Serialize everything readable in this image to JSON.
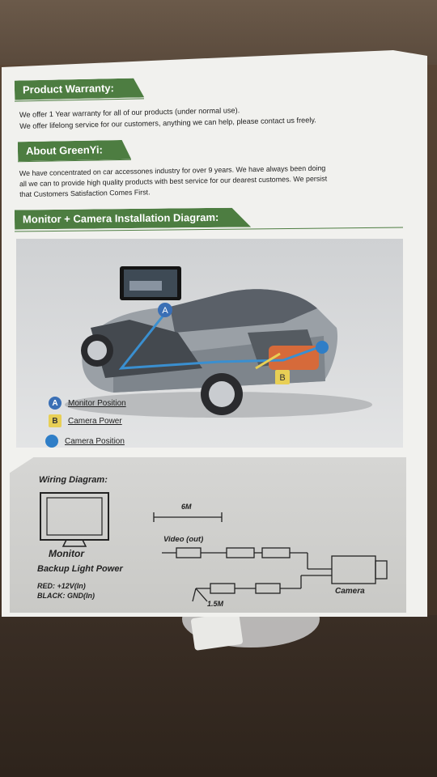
{
  "warranty": {
    "header": "Product Warranty:",
    "line1": "We offer 1 Year warranty for all of our products (under normal use).",
    "line2": "We offer lifelong service for our customers, anything we can help, please contact us freely."
  },
  "about": {
    "header": "About GreenYi:",
    "line1": "We have concentrated on car accessones industry for over 9 years. We have always been doing",
    "line2": "all we can to provide high quality products with best service for our dearest customes. We persist",
    "line3": "that Customers Satisfaction Comes First."
  },
  "installation": {
    "header": "Monitor + Camera Installation Diagram:",
    "markers": {
      "a": "A",
      "b": "B"
    },
    "legend": [
      {
        "badge": "A",
        "label": "Monitor Position",
        "color": "#3a6fb5"
      },
      {
        "badge": "B",
        "label": "Camera Power",
        "color": "#e8cf55"
      },
      {
        "badge": "",
        "label": "Camera Position",
        "color": "#2f7ec7"
      }
    ]
  },
  "wiring": {
    "title": "Wiring Diagram:",
    "monitor_label": "Monitor",
    "backup_label": "Backup Light Power",
    "red_label": "RED: +12V(In)",
    "black_label": "BLACK: GND(In)",
    "length_6m": "6M",
    "video_label": "Video (out)",
    "length_1_5m": "1.5M",
    "camera_label": "Camera"
  },
  "colors": {
    "header_green": "#4d7d41",
    "paper": "#f1f1ee"
  }
}
